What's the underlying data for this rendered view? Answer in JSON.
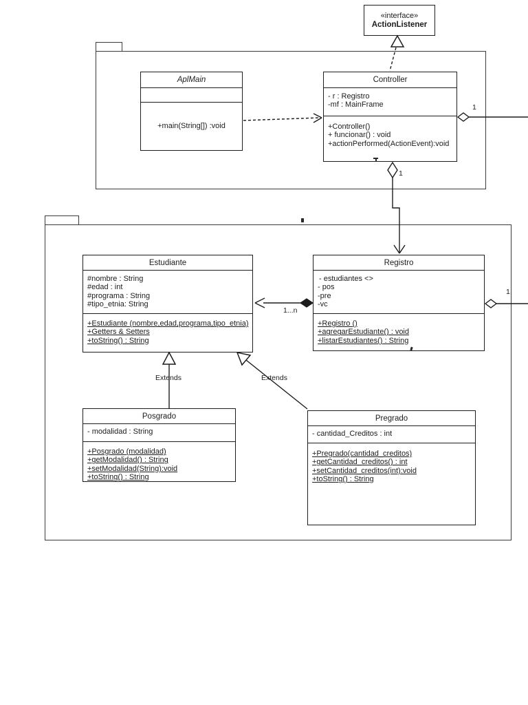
{
  "interface_box": {
    "stereotype": "«interface»",
    "name": "ActionListener"
  },
  "classes": {
    "aplmain": {
      "title": "AplMain",
      "methods": [
        "+main(String[]) :void"
      ]
    },
    "controller": {
      "title": "Controller",
      "attributes": [
        "- r : Registro",
        "-mf : MainFrame"
      ],
      "methods": [
        "+Controller()",
        "+ funcionar() : void",
        "+actionPerformed(ActionEvent):void"
      ]
    },
    "estudiante": {
      "title": "Estudiante",
      "attributes": [
        "#nombre : String",
        "#edad : int",
        "#programa : String",
        "#tipo_etnia: String"
      ],
      "methods": [
        "+Estudiante (nombre,edad,programa,tipo_etnia)",
        "+Getters & Setters",
        "+toString() : String"
      ]
    },
    "registro": {
      "title": "Registro",
      "attributes": [
        "- estudiantes <>",
        "- pos",
        "-pre",
        "-vc"
      ],
      "methods": [
        "+Registro ()",
        "+agregarEstudiante() : void",
        "+listarEstudiantes() : String"
      ]
    },
    "posgrado": {
      "title": "Posgrado",
      "attributes": [
        "- modalidad : String"
      ],
      "methods": [
        "+Posgrado (modalidad)",
        "+getModalidad() : String",
        "+setModalidad(String):void",
        "+toString() : String"
      ]
    },
    "pregrado": {
      "title": "Pregrado",
      "attributes": [
        "- cantidad_Creditos : int"
      ],
      "methods": [
        "+Pregrado(cantidad_creditos)",
        "+getCantidad_creditos() : int",
        "+setCantidad_creditos(int):void",
        "+toString() : String"
      ]
    }
  },
  "relations": {
    "extends_posgrado_label": "Extends",
    "extends_pregrado_label": "Extends",
    "controller_right_multiplicity": "1",
    "controller_registro_multiplicity": "1",
    "registro_estudiante_multiplicity": "1...n",
    "registro_right_multiplicity": "1"
  },
  "colors": {
    "line": "#1c1c1c",
    "package_border": "#3a3a3a",
    "background": "#ffffff"
  }
}
